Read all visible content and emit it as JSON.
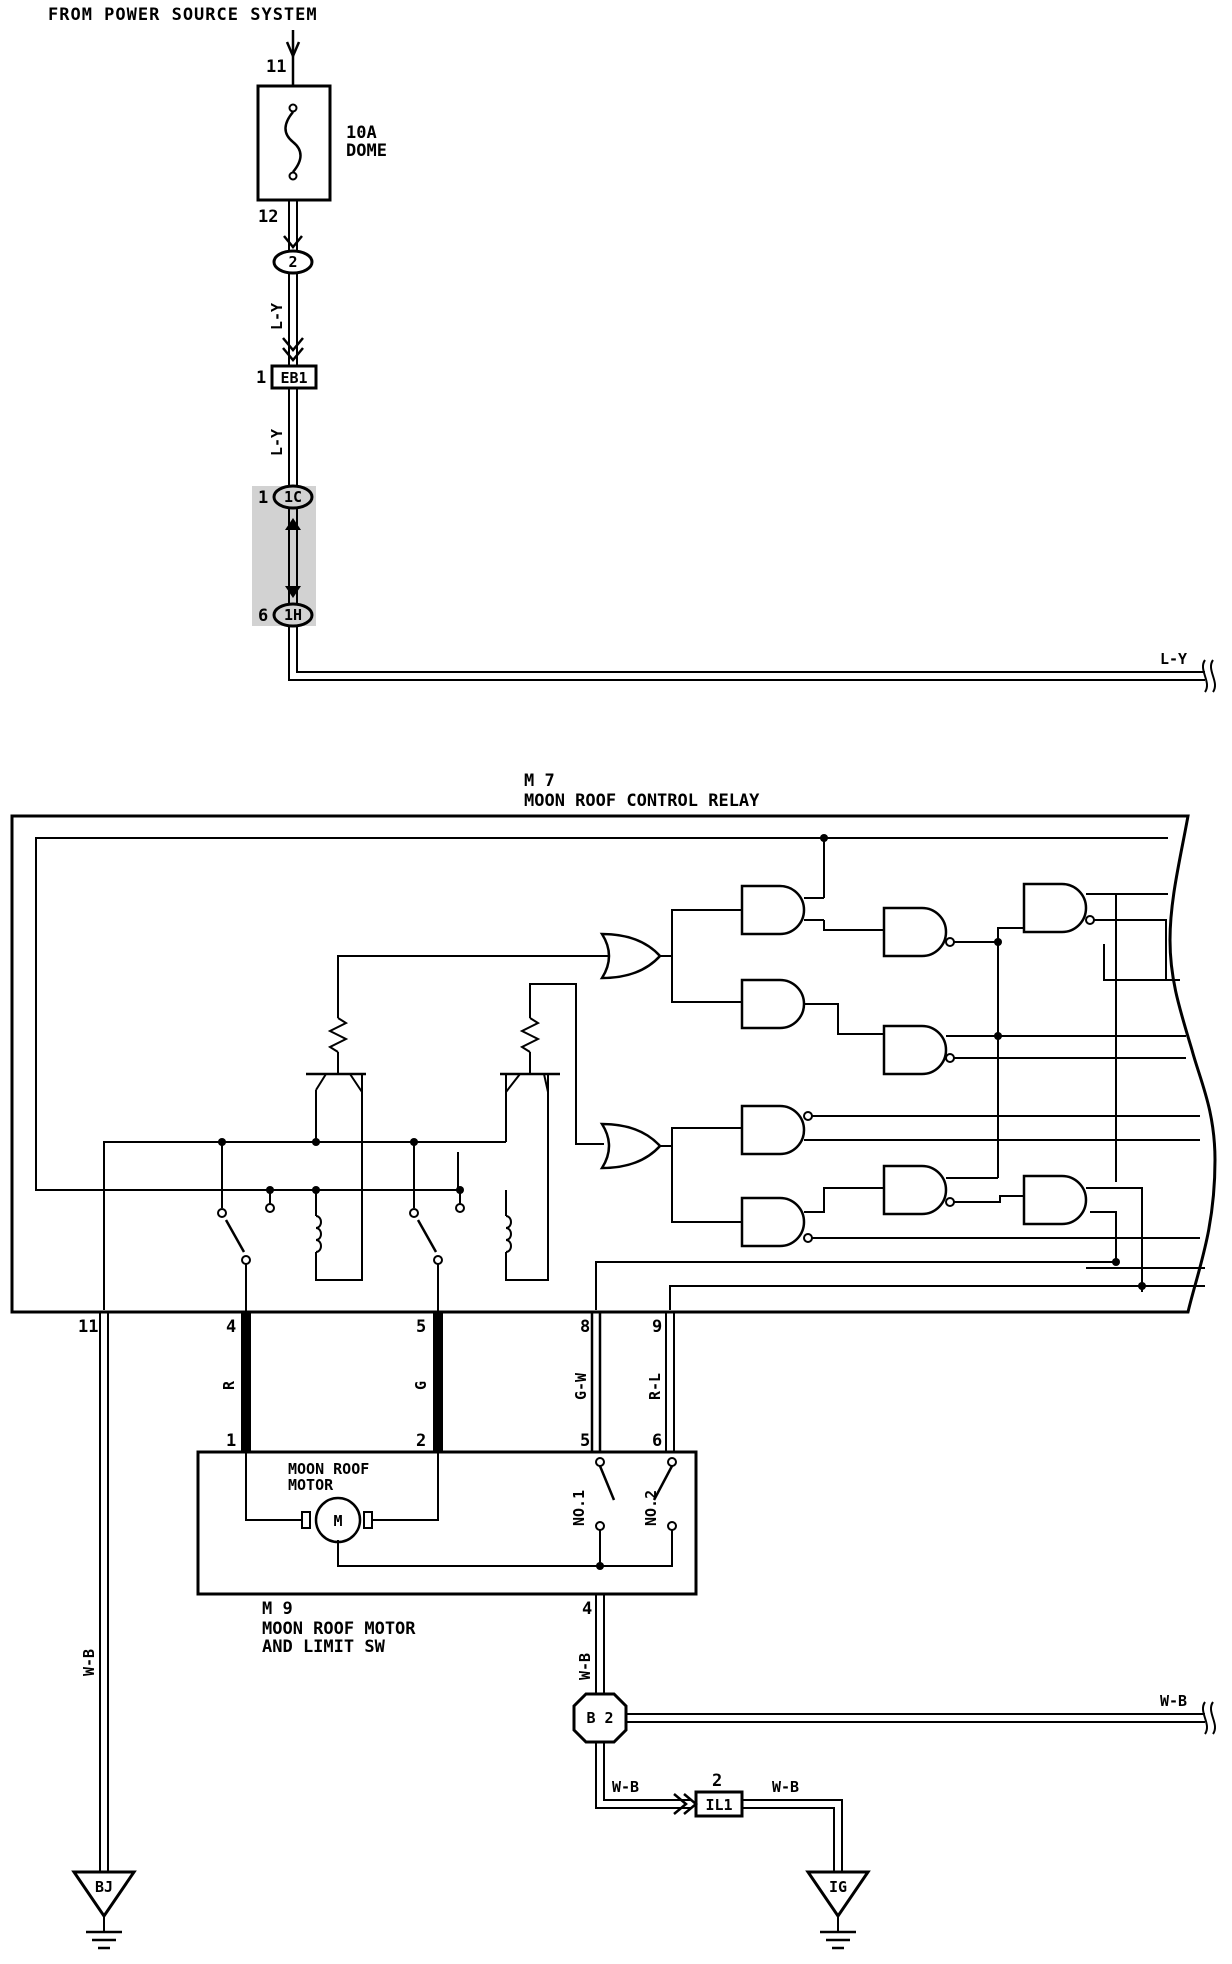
{
  "source": {
    "label": "FROM POWER SOURCE SYSTEM",
    "pin_in": "11",
    "pin_out": "12"
  },
  "fuse": {
    "rating": "10A",
    "name": "DOME"
  },
  "connectors": {
    "c2": "2",
    "eb1": "EB1",
    "eb1_pin": "1",
    "c1c": "1C",
    "c1c_pin": "1",
    "c1h": "1H",
    "c1h_pin": "6"
  },
  "wires": {
    "ly_1": "L-Y",
    "ly_2": "L-Y",
    "ly_3": "L-Y",
    "r": "R",
    "g": "G",
    "gw": "G-W",
    "rl": "R-L",
    "wb_left": "W-B",
    "wb_down": "W-B",
    "wb_right": "W-B",
    "wb_il1_left": "W-B",
    "wb_il1_right": "W-B"
  },
  "relay": {
    "code": "M 7",
    "name": "MOON ROOF CONTROL RELAY"
  },
  "relay_pins": {
    "p11": "11",
    "p4": "4",
    "p5": "5",
    "p8": "8",
    "p9": "9"
  },
  "motor": {
    "code": "M 9",
    "name_line1": "MOON ROOF MOTOR",
    "name_line2": "AND LIMIT SW",
    "inner_line1": "MOON ROOF",
    "inner_line2": "MOTOR",
    "symbol": "M",
    "pins": {
      "p1": "1",
      "p2": "2",
      "p5": "5",
      "p6": "6",
      "p4": "4"
    },
    "sw1": "NO.1",
    "sw2": "NO.2"
  },
  "ground_points": {
    "b2": "B 2",
    "bj": "BJ",
    "ig": "IG"
  },
  "il1": {
    "label": "IL1",
    "pin": "2"
  }
}
